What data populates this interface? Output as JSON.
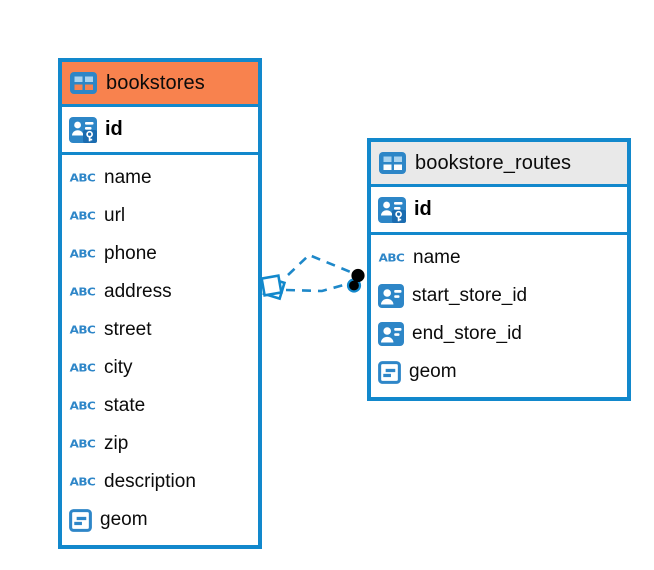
{
  "diagram": {
    "type": "entity-relationship-diagram",
    "colors": {
      "table_border": "#1288CC",
      "bookstores_header_bg": "#F8824E",
      "routes_header_bg": "#E9E9E9",
      "relationship_line": "#1E88C9",
      "icon_blue": "#2D86C7",
      "endpoint_dot": "#000000"
    },
    "icons": {
      "text_type_glyph": "ABC",
      "table_icon_name": "table-grid-icon",
      "primary_key_icon_name": "person-key-icon",
      "reference_icon_name": "person-ref-icon",
      "geometry_icon_name": "geometry-type-icon"
    },
    "tables": [
      {
        "name": "bookstores",
        "header_bg": "#F8824E",
        "primary_key": {
          "label": "id",
          "icon": "person-key-icon"
        },
        "columns": [
          {
            "label": "name",
            "icon": "text-type-icon"
          },
          {
            "label": "url",
            "icon": "text-type-icon"
          },
          {
            "label": "phone",
            "icon": "text-type-icon"
          },
          {
            "label": "address",
            "icon": "text-type-icon"
          },
          {
            "label": "street",
            "icon": "text-type-icon"
          },
          {
            "label": "city",
            "icon": "text-type-icon"
          },
          {
            "label": "state",
            "icon": "text-type-icon"
          },
          {
            "label": "zip",
            "icon": "text-type-icon"
          },
          {
            "label": "description",
            "icon": "text-type-icon"
          },
          {
            "label": "geom",
            "icon": "geometry-type-icon"
          }
        ]
      },
      {
        "name": "bookstore_routes",
        "header_bg": "#E9E9E9",
        "primary_key": {
          "label": "id",
          "icon": "person-key-icon"
        },
        "columns": [
          {
            "label": "name",
            "icon": "text-type-icon"
          },
          {
            "label": "start_store_id",
            "icon": "person-ref-icon"
          },
          {
            "label": "end_store_id",
            "icon": "person-ref-icon"
          },
          {
            "label": "geom",
            "icon": "geometry-type-icon"
          }
        ]
      }
    ],
    "relationships": [
      {
        "from_table": "bookstore_routes",
        "from_column": "start_store_id",
        "to_table": "bookstores",
        "style": "dashed"
      },
      {
        "from_table": "bookstore_routes",
        "from_column": "end_store_id",
        "to_table": "bookstores",
        "style": "dashed"
      }
    ]
  }
}
